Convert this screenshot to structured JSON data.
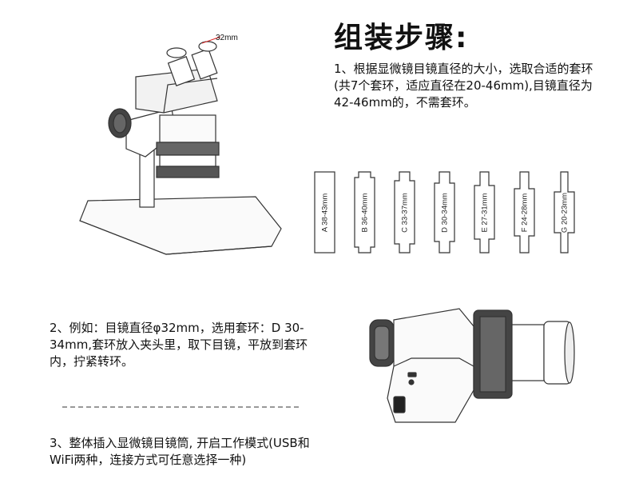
{
  "title": "组装步骤:",
  "step1": "1、根据显微镜目镜直径的大小，选取合适的套环(共7个套环，适应直径在20-46mm),目镜直径为42-46mm的，不需套环。",
  "step2": "2、例如：目镜直径φ32mm，选用套环：D 30-34mm,套环放入夹头里，取下目镜，平放到套环内，拧紧转环。",
  "step3": "3、整体插入显微镜目镜筒, 开启工作模式(USB和WiFi两种，连接方式可任意选择一种)",
  "eyepiece_dim": "32mm",
  "rings": [
    {
      "label": "A  38-43mm"
    },
    {
      "label": "B  36-40mm"
    },
    {
      "label": "C  33-37mm"
    },
    {
      "label": "D  30-34mm"
    },
    {
      "label": "E  27-31mm"
    },
    {
      "label": "F  24-28mm"
    },
    {
      "label": "G  20-23mm"
    }
  ]
}
